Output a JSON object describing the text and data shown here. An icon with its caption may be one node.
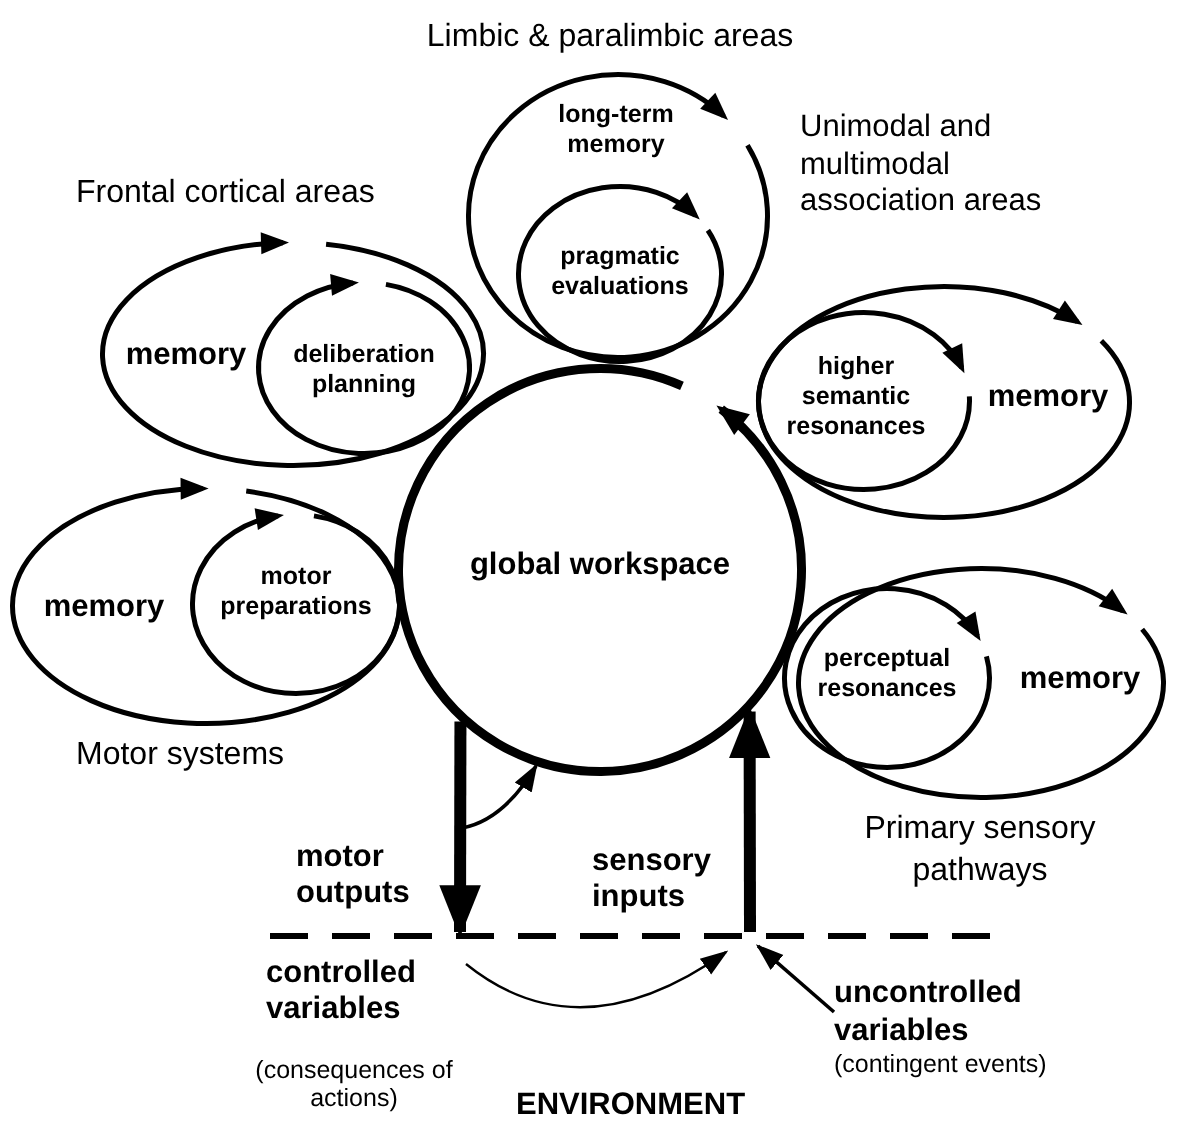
{
  "diagram": {
    "nodes": [
      {
        "text": [
          "Limbic & paralimbic areas",
          "long-term memory"
        ]
      },
      {
        "text": [
          "pragmatic evaluations"
        ],
        "in": 0
      },
      {
        "text": [
          "Frontal cortical areas",
          "memory"
        ]
      },
      {
        "text": [
          "deliberation planning"
        ],
        "in": 2
      },
      {
        "text": [
          "Unimodal and multimodal association areas",
          "memory"
        ]
      },
      {
        "text": [
          "higher semantic resonances"
        ],
        "in": 4
      },
      {
        "text": [
          "memory",
          "Motor systems"
        ]
      },
      {
        "text": [
          "motor preparations"
        ],
        "in": 6
      },
      {
        "text": [
          "global workspace"
        ]
      },
      {
        "text": [
          "memory",
          "Primary sensory pathways"
        ]
      },
      {
        "text": [
          "perceptual resonances"
        ],
        "in": 9
      },
      {
        "text": [],
        "shape": "line"
      },
      {
        "text": [
          "uncontrolled variables",
          "(contingent events)"
        ]
      }
    ],
    "edges": [
      {
        "from": 8,
        "to": 11,
        "arrow": "to",
        "label": "motor outputs",
        "style": "thick"
      },
      {
        "from": 11,
        "to": 8,
        "arrow": "to",
        "label": "sensory inputs",
        "style": "thick"
      },
      {
        "from": null,
        "to": 8,
        "arrow": "to"
      },
      {
        "from": null,
        "to": 11,
        "arrow": "to"
      },
      {
        "from": 12,
        "to": 11,
        "arrow": "to"
      }
    ],
    "labels": [
      "controlled variables",
      "(consequences of actions)",
      "ENVIRONMENT"
    ]
  }
}
